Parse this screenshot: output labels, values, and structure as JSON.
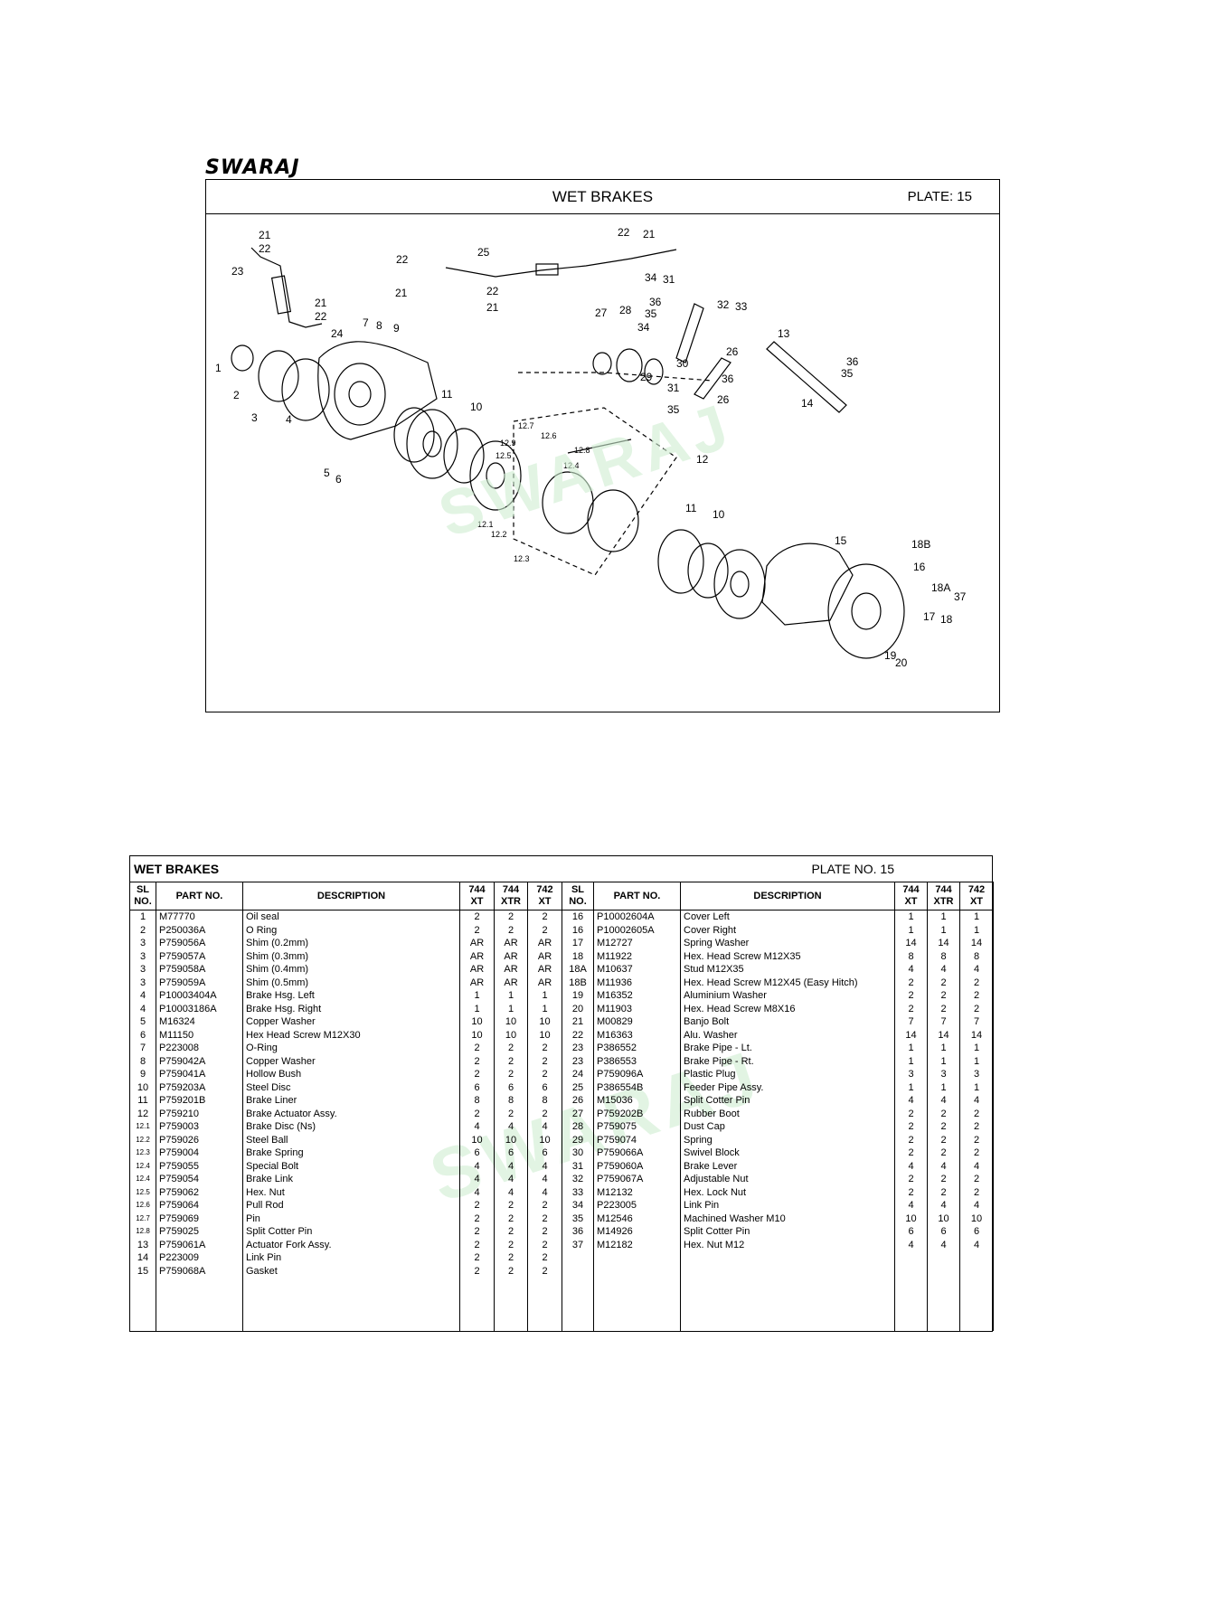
{
  "brand": "SWARAJ",
  "plate": {
    "title": "WET BRAKES",
    "plate_label": "PLATE: 15"
  },
  "watermark": "SWARAJ",
  "diagram_callouts": [
    "21",
    "22",
    "23",
    "21",
    "22",
    "22",
    "25",
    "22",
    "21",
    "21",
    "22",
    "21",
    "1",
    "2",
    "3",
    "4",
    "24",
    "7",
    "8",
    "9",
    "5",
    "6",
    "11",
    "10",
    "27",
    "28",
    "34",
    "31",
    "36",
    "35",
    "34",
    "32",
    "33",
    "13",
    "26",
    "30",
    "29",
    "36",
    "26",
    "31",
    "35",
    "14",
    "35",
    "36",
    "12.7",
    "12.6",
    "12.9",
    "12.8",
    "12.5",
    "12.4",
    "12",
    "12.1",
    "12.2",
    "12.3",
    "11",
    "10",
    "15",
    "18B",
    "16",
    "18A",
    "37",
    "17",
    "18",
    "19",
    "20"
  ],
  "parts_table": {
    "title": "WET BRAKES",
    "plate_no": "PLATE NO. 15",
    "headers": {
      "sl": "SL",
      "no": "NO.",
      "part": "PART NO.",
      "desc": "DESCRIPTION",
      "m1a": "744",
      "m1b": "XT",
      "m2a": "744",
      "m2b": "XTR",
      "m3a": "742",
      "m3b": "XT"
    },
    "left": [
      [
        "1",
        "M77770",
        "Oil seal",
        "2",
        "2",
        "2"
      ],
      [
        "2",
        "P250036A",
        "O Ring",
        "2",
        "2",
        "2"
      ],
      [
        "3",
        "P759056A",
        "Shim (0.2mm)",
        "AR",
        "AR",
        "AR"
      ],
      [
        "3",
        "P759057A",
        "Shim (0.3mm)",
        "AR",
        "AR",
        "AR"
      ],
      [
        "3",
        "P759058A",
        "Shim (0.4mm)",
        "AR",
        "AR",
        "AR"
      ],
      [
        "3",
        "P759059A",
        "Shim (0.5mm)",
        "AR",
        "AR",
        "AR"
      ],
      [
        "4",
        "P10003404A",
        "Brake Hsg. Left",
        "1",
        "1",
        "1"
      ],
      [
        "4",
        "P10003186A",
        "Brake Hsg. Right",
        "1",
        "1",
        "1"
      ],
      [
        "5",
        "M16324",
        "Copper Washer",
        "10",
        "10",
        "10"
      ],
      [
        "6",
        "M11150",
        "Hex Head Screw M12X30",
        "10",
        "10",
        "10"
      ],
      [
        "7",
        "P223008",
        "O-Ring",
        "2",
        "2",
        "2"
      ],
      [
        "8",
        "P759042A",
        "Copper Washer",
        "2",
        "2",
        "2"
      ],
      [
        "9",
        "P759041A",
        "Hollow Bush",
        "2",
        "2",
        "2"
      ],
      [
        "10",
        "P759203A",
        "Steel Disc",
        "6",
        "6",
        "6"
      ],
      [
        "11",
        "P759201B",
        "Brake Liner",
        "8",
        "8",
        "8"
      ],
      [
        "12",
        "P759210",
        "Brake Actuator Assy.",
        "2",
        "2",
        "2"
      ],
      [
        "12.1",
        "P759003",
        "Brake Disc (Ns)",
        "4",
        "4",
        "4"
      ],
      [
        "12.2",
        "P759026",
        "Steel Ball",
        "10",
        "10",
        "10"
      ],
      [
        "12.3",
        "P759004",
        "Brake Spring",
        "6",
        "6",
        "6"
      ],
      [
        "12.4",
        "P759055",
        "Special Bolt",
        "4",
        "4",
        "4"
      ],
      [
        "12.4",
        "P759054",
        "Brake Link",
        "4",
        "4",
        "4"
      ],
      [
        "12.5",
        "P759062",
        "Hex. Nut",
        "4",
        "4",
        "4"
      ],
      [
        "12.6",
        "P759064",
        "Pull Rod",
        "2",
        "2",
        "2"
      ],
      [
        "12.7",
        "P759069",
        "Pin",
        "2",
        "2",
        "2"
      ],
      [
        "12.8",
        "P759025",
        "Split Cotter Pin",
        "2",
        "2",
        "2"
      ],
      [
        "13",
        "P759061A",
        "Actuator Fork Assy.",
        "2",
        "2",
        "2"
      ],
      [
        "14",
        "P223009",
        "Link Pin",
        "2",
        "2",
        "2"
      ],
      [
        "15",
        "P759068A",
        "Gasket",
        "2",
        "2",
        "2"
      ]
    ],
    "right": [
      [
        "16",
        "P10002604A",
        "Cover  Left",
        "1",
        "1",
        "1"
      ],
      [
        "16",
        "P10002605A",
        "Cover Right",
        "1",
        "1",
        "1"
      ],
      [
        "17",
        "M12727",
        "Spring Washer",
        "14",
        "14",
        "14"
      ],
      [
        "18",
        "M11922",
        "Hex. Head Screw M12X35",
        "8",
        "8",
        "8"
      ],
      [
        "18A",
        "M10637",
        "Stud M12X35",
        "4",
        "4",
        "4"
      ],
      [
        "18B",
        "M11936",
        "Hex. Head Screw M12X45 (Easy Hitch)",
        "2",
        "2",
        "2"
      ],
      [
        "19",
        "M16352",
        "Aluminium Washer",
        "2",
        "2",
        "2"
      ],
      [
        "20",
        "M11903",
        "Hex. Head Screw M8X16",
        "2",
        "2",
        "2"
      ],
      [
        "21",
        "M00829",
        "Banjo Bolt",
        "7",
        "7",
        "7"
      ],
      [
        "22",
        "M16363",
        "Alu. Washer",
        "14",
        "14",
        "14"
      ],
      [
        "23",
        "P386552",
        "Brake Pipe - Lt.",
        "1",
        "1",
        "1"
      ],
      [
        "23",
        "P386553",
        "Brake Pipe - Rt.",
        "1",
        "1",
        "1"
      ],
      [
        "24",
        "P759096A",
        "Plastic Plug",
        "3",
        "3",
        "3"
      ],
      [
        "25",
        "P386554B",
        "Feeder Pipe Assy.",
        "1",
        "1",
        "1"
      ],
      [
        "26",
        "M15036",
        "Split Cotter Pin",
        "4",
        "4",
        "4"
      ],
      [
        "27",
        "P759202B",
        "Rubber Boot",
        "2",
        "2",
        "2"
      ],
      [
        "28",
        "P759075",
        "Dust Cap",
        "2",
        "2",
        "2"
      ],
      [
        "29",
        "P759074",
        "Spring",
        "2",
        "2",
        "2"
      ],
      [
        "30",
        "P759066A",
        "Swivel Block",
        "2",
        "2",
        "2"
      ],
      [
        "31",
        "P759060A",
        "Brake Lever",
        "4",
        "4",
        "4"
      ],
      [
        "32",
        "P759067A",
        "Adjustable Nut",
        "2",
        "2",
        "2"
      ],
      [
        "33",
        "M12132",
        "Hex. Lock Nut",
        "2",
        "2",
        "2"
      ],
      [
        "34",
        "P223005",
        "Link Pin",
        "4",
        "4",
        "4"
      ],
      [
        "35",
        "M12546",
        "Machined Washer M10",
        "10",
        "10",
        "10"
      ],
      [
        "36",
        "M14926",
        "Split Cotter Pin",
        "6",
        "6",
        "6"
      ],
      [
        "37",
        "M12182",
        "Hex. Nut M12",
        "4",
        "4",
        "4"
      ]
    ]
  }
}
